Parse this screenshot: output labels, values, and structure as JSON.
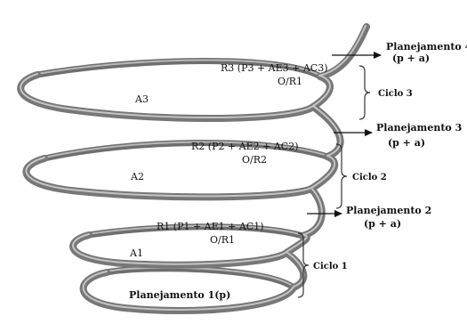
{
  "planning": [
    {
      "title": "Planejamento 4",
      "sub": "(p + a)"
    },
    {
      "title": "Planejamento 3",
      "sub": "(p + a)"
    },
    {
      "title": "Planejamento 2",
      "sub": "(p + a)"
    },
    {
      "title": "Planejamento 1(p)"
    }
  ],
  "cycles": [
    "Ciclo 3",
    "Ciclo 2",
    "Ciclo 1"
  ],
  "results": [
    {
      "formula": "R3 (P3 + AE3 + AC3)",
      "sub": "O/R1"
    },
    {
      "formula": "R2 (P2 + AE2 + AC2)",
      "sub": "O/R2"
    },
    {
      "formula": "R1 (P1 + AE1 + AC1)",
      "sub": "O/R1"
    }
  ],
  "actions": [
    "A3",
    "A2",
    "A1"
  ],
  "colors": {
    "spring": "#7c7c7c",
    "spring_highlight": "#bdbdbd",
    "ink": "#111111"
  }
}
